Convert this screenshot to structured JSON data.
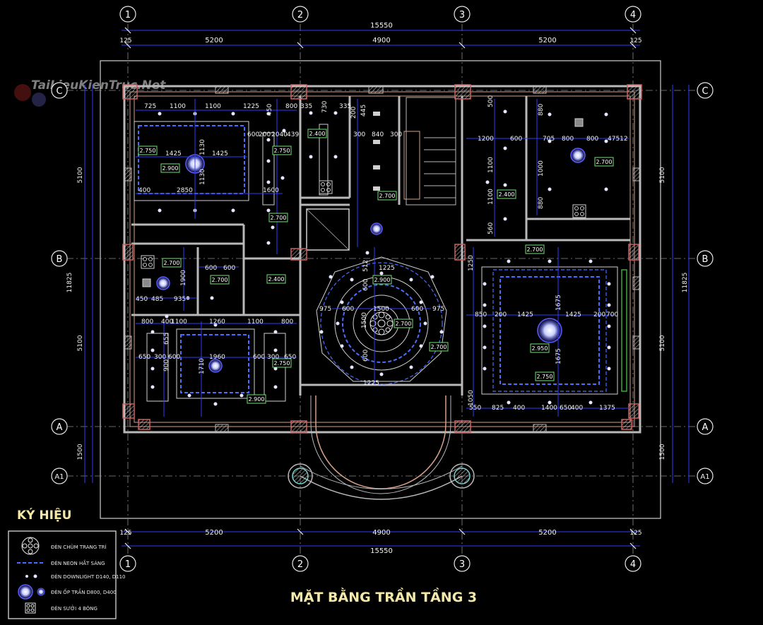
{
  "title": "MẶT BẰNG TRẦN TẦNG 3",
  "watermark": "TaiLieuKienTruc.Net",
  "grid_axes": {
    "columns": [
      "1",
      "2",
      "3",
      "4"
    ],
    "rows": [
      "C",
      "B",
      "A",
      "A1"
    ]
  },
  "dimensions": {
    "top_total": "15550",
    "top_segments": [
      "125",
      "5200",
      "4900",
      "5200",
      "125"
    ],
    "bottom_total": "15550",
    "bottom_segments": [
      "125",
      "5200",
      "4900",
      "5200",
      "125"
    ],
    "left_total": "11825",
    "left_segments": [
      "5100",
      "5100",
      "1500"
    ],
    "right_total": "11825",
    "right_segments": [
      "5100",
      "5100",
      "1500"
    ]
  },
  "ceiling_heights": [
    "2.750",
    "2.900",
    "2.750",
    "2.400",
    "2.700",
    "2.700",
    "2.400",
    "2.700",
    "2.700",
    "2.400",
    "2.700",
    "2.700",
    "2.900",
    "2.700",
    "2.700",
    "2.750",
    "2.900",
    "2.950",
    "2.750"
  ],
  "interior_dims": [
    "725",
    "1100",
    "1100",
    "1225",
    "450",
    "800",
    "335",
    "730",
    "335",
    "200",
    "445",
    "1425",
    "1425",
    "1130",
    "1130",
    "2850",
    "400",
    "1600",
    "600",
    "200",
    "2040",
    "439",
    "840",
    "300",
    "1200",
    "600",
    "705",
    "800",
    "800",
    "47512",
    "1100",
    "1100",
    "880",
    "1000",
    "880",
    "500",
    "560",
    "1900",
    "600",
    "600",
    "450",
    "485",
    "935",
    "800",
    "400",
    "1100",
    "1260",
    "1100",
    "800",
    "1960",
    "1710",
    "650",
    "300",
    "600",
    "655",
    "900",
    "1225",
    "1225",
    "975",
    "975",
    "1500",
    "1500",
    "512",
    "600",
    "1425",
    "1425",
    "1675",
    "1675",
    "850",
    "200",
    "700",
    "825",
    "400",
    "1400",
    "650",
    "1375",
    "1050",
    "550",
    "1250"
  ],
  "legend": {
    "title": "KÝ HIỆU",
    "items": [
      {
        "icon": "chandelier-icon",
        "label": "ĐÈN CHÙM TRANG TRÍ"
      },
      {
        "icon": "neon-line-icon",
        "label": "ĐÈN NEON HẮT SÁNG"
      },
      {
        "icon": "downlight-icon",
        "label": "ĐÈN DOWNLIGHT D140, D110"
      },
      {
        "icon": "ceiling-lamp-icon",
        "label": "ĐÈN ỐP TRẦN D800, D400"
      },
      {
        "icon": "heater-icon",
        "label": "ĐÈN SƯỞI 4 BÓNG"
      }
    ]
  },
  "colors": {
    "background": "#000000",
    "dimension_line": "#2f3cff",
    "wall": "#b9b9b9",
    "wall_finish": "#d6a08a",
    "neon": "#4a6cff",
    "label_box": "#6fe36f",
    "title": "#f5e9a8"
  }
}
